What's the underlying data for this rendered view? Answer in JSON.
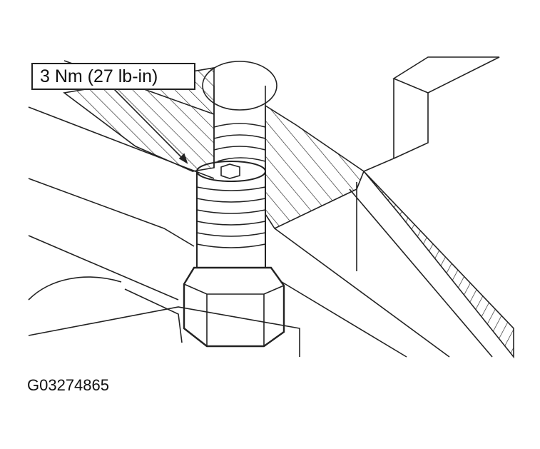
{
  "diagram": {
    "torque_callout": "3 Nm (27 lb-in)",
    "figure_id": "G03274865",
    "colors": {
      "line": "#222222",
      "background": "#ffffff"
    },
    "parts": [
      "hex-fitting",
      "threaded-bore",
      "housing-block",
      "casting-wall"
    ]
  }
}
